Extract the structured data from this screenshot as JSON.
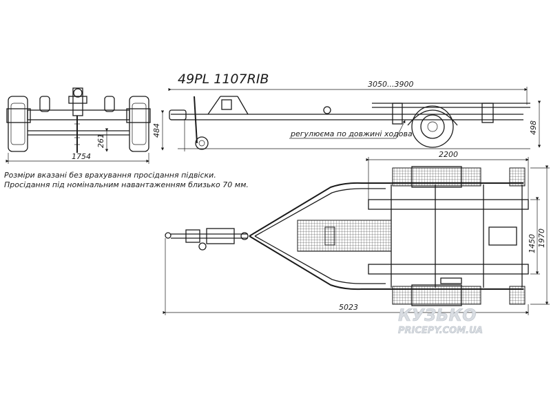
{
  "model": "49PL 1107RIB",
  "dimensions": {
    "wheelbase_adjust": "3050...3900",
    "track_width": "1754",
    "drawbar_height": "484",
    "axle_height": "261",
    "frame_height": "498",
    "bed_length": "2200",
    "inner_width": "1450",
    "outer_width": "1970",
    "total_length": "5023"
  },
  "labels": {
    "adjust_note": "регулюєма по довжині ходова",
    "note_line1": "Розміри вказані без врахування просідання підвіски.",
    "note_line2": "Просідання під номінальним навантаженням близько 70 мм."
  },
  "watermark": {
    "brand": "КУЗЬКО",
    "site": "PRICEPY.COM.UA"
  }
}
